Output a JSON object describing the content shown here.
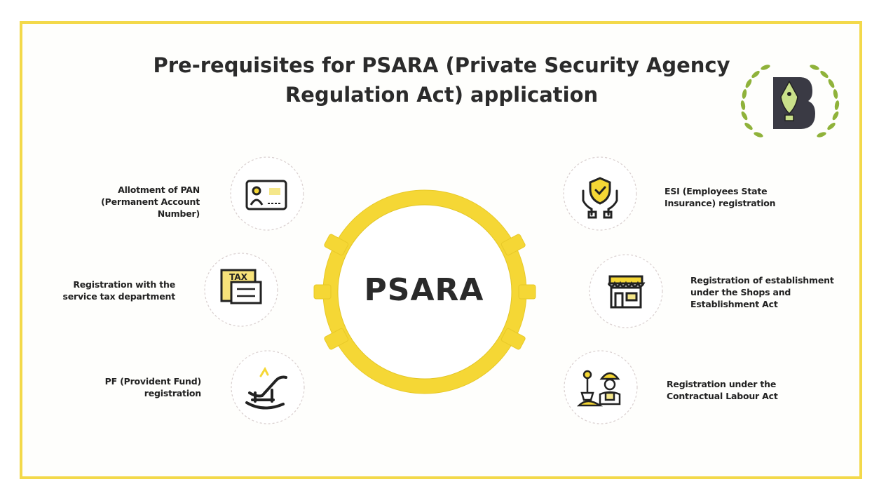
{
  "title": "Pre-requisites for PSARA (Private Security Agency Regulation Act) application",
  "center_label": "PSARA",
  "logo_letter": "B",
  "left_items": [
    {
      "label": "Allotment of PAN\n(Permanent Account Number)",
      "icon": "id-card-icon"
    },
    {
      "label": "Registration with the\nservice tax department",
      "icon": "tax-document-icon",
      "icon_text": "TAX"
    },
    {
      "label": "PF (Provident Fund)\nregistration",
      "icon": "rocking-chair-icon"
    }
  ],
  "right_items": [
    {
      "label": "ESI (Employees State\nInsurance) registration",
      "icon": "shield-hands-icon"
    },
    {
      "label": "Registration of establishment\nunder the Shops and\nEstablishment Act",
      "icon": "shop-icon"
    },
    {
      "label": "Registration under the\nContractual Labour Act",
      "icon": "labourer-icon"
    }
  ],
  "colors": {
    "accent": "#f5d735",
    "border": "#f3d94a",
    "text": "#2b2b2b",
    "leaf": "#8fb23a"
  }
}
